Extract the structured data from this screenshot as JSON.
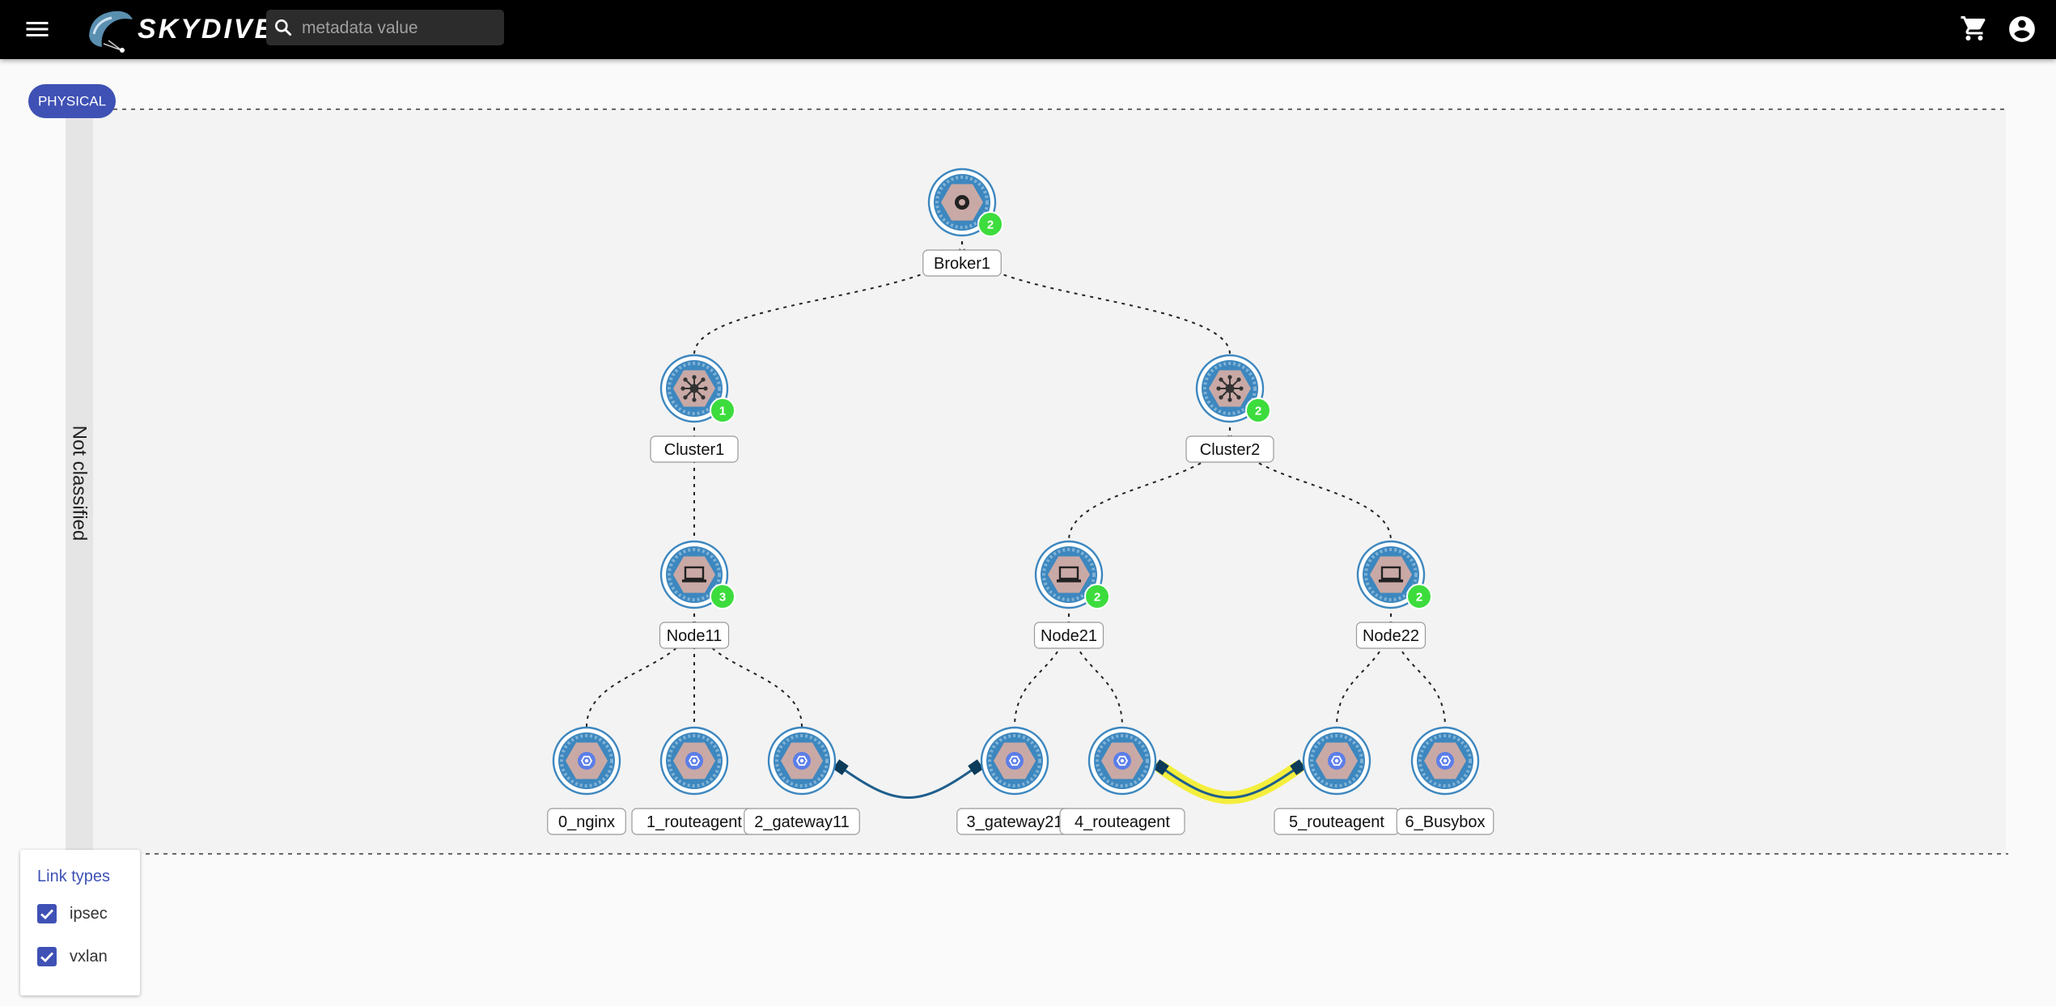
{
  "app": {
    "name": "SKYDIVE"
  },
  "search": {
    "placeholder": "metadata value"
  },
  "graph": {
    "layer_label": "PHYSICAL",
    "group_label": "Not classified",
    "nodes": [
      {
        "id": "broker1",
        "label": "Broker1",
        "icon": "disc-icon",
        "badge": "2"
      },
      {
        "id": "cluster1",
        "label": "Cluster1",
        "icon": "network-hub-icon",
        "badge": "1"
      },
      {
        "id": "cluster2",
        "label": "Cluster2",
        "icon": "network-hub-icon",
        "badge": "2"
      },
      {
        "id": "node11",
        "label": "Node11",
        "icon": "laptop-icon",
        "badge": "3"
      },
      {
        "id": "node21",
        "label": "Node21",
        "icon": "laptop-icon",
        "badge": "2"
      },
      {
        "id": "node22",
        "label": "Node22",
        "icon": "laptop-icon",
        "badge": "2"
      },
      {
        "id": "p0",
        "label": "0_nginx",
        "icon": "pod-icon",
        "badge": ""
      },
      {
        "id": "p1",
        "label": "1_routeagent",
        "icon": "pod-icon",
        "badge": ""
      },
      {
        "id": "p2",
        "label": "2_gateway11",
        "icon": "pod-icon",
        "badge": ""
      },
      {
        "id": "p3",
        "label": "3_gateway21",
        "icon": "pod-icon",
        "badge": ""
      },
      {
        "id": "p4",
        "label": "4_routeagent",
        "icon": "pod-icon",
        "badge": ""
      },
      {
        "id": "p5",
        "label": "5_routeagent",
        "icon": "pod-icon",
        "badge": ""
      },
      {
        "id": "p6",
        "label": "6_Busybox",
        "icon": "pod-icon",
        "badge": ""
      }
    ],
    "ownership_edges": [
      [
        "broker1",
        "cluster1"
      ],
      [
        "broker1",
        "cluster2"
      ],
      [
        "cluster1",
        "node11"
      ],
      [
        "cluster2",
        "node21"
      ],
      [
        "cluster2",
        "node22"
      ],
      [
        "node11",
        "p0"
      ],
      [
        "node11",
        "p1"
      ],
      [
        "node11",
        "p2"
      ],
      [
        "node21",
        "p3"
      ],
      [
        "node21",
        "p4"
      ],
      [
        "node22",
        "p5"
      ],
      [
        "node22",
        "p6"
      ]
    ],
    "tunnel_links": [
      {
        "from": "p2",
        "to": "p3",
        "type": "ipsec",
        "highlighted": false
      },
      {
        "from": "p4",
        "to": "p5",
        "type": "vxlan",
        "highlighted": true
      }
    ]
  },
  "legend": {
    "title": "Link types",
    "items": [
      {
        "label": "ipsec",
        "checked": true
      },
      {
        "label": "vxlan",
        "checked": true
      }
    ]
  },
  "colors": {
    "topbar": "#000000",
    "layer_pill": "#3f51b5",
    "badge": "#3ddc3d",
    "node_ring": "#3d87bf",
    "node_hex": "#c9a9a6",
    "pod_core": "#5b7ee8",
    "tunnel_link": "#1f5e8c",
    "highlight": "#f4ee3c",
    "checkbox": "#3f51b5"
  }
}
